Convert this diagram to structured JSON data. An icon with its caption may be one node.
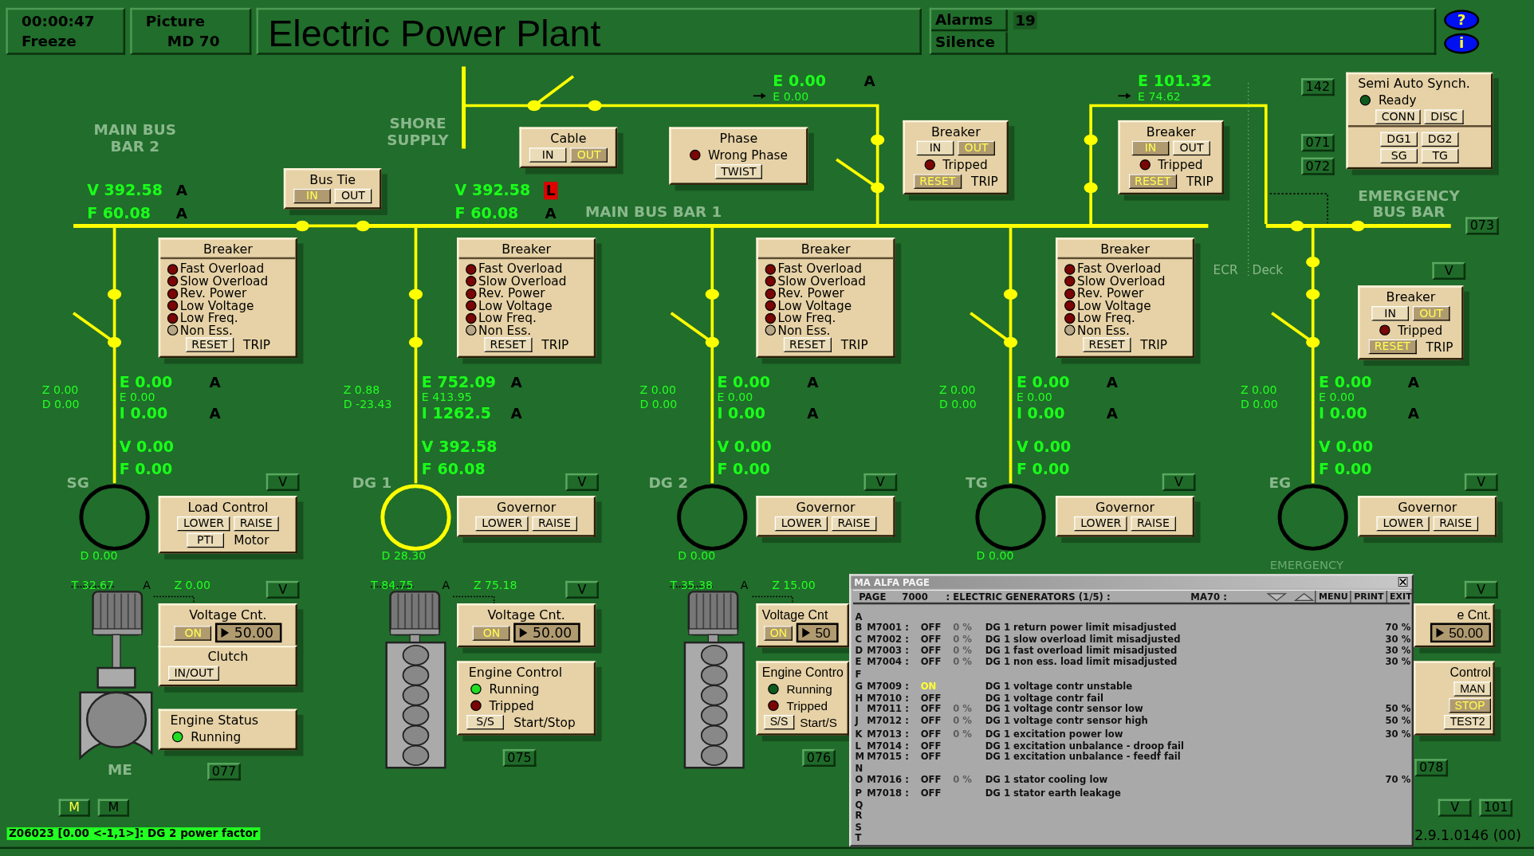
{
  "diagram": {
    "title": "Electric Power Plant",
    "nodes": [
      {
        "text": [
          "00:00:47",
          "Freeze"
        ]
      },
      {
        "text": [
          "Picture",
          "MD 70"
        ]
      },
      {
        "text": [
          "Alarms",
          "19",
          "Silence"
        ]
      },
      {
        "text": [
          "?"
        ]
      },
      {
        "text": [
          "i"
        ]
      },
      {
        "text": [],
        "shape": "bar",
        "beside": [
          "SHORE SUPPLY"
        ]
      },
      {
        "text": [
          "Cable",
          "IN",
          "OUT"
        ]
      },
      {
        "text": [
          "Phase",
          "Wrong Phase",
          "TWIST"
        ]
      },
      {
        "text": [
          "Breaker",
          "IN",
          "OUT",
          "Tripped",
          "RESET",
          "TRIP"
        ]
      },
      {
        "text": [
          "Breaker",
          "IN",
          "OUT",
          "Tripped",
          "RESET",
          "TRIP"
        ]
      },
      {
        "text": [
          "Semi Auto Synch.",
          "Ready",
          "CONN",
          "DISC",
          "DG1",
          "DG2",
          "SG",
          "TG"
        ]
      },
      {
        "text": [
          "142"
        ]
      },
      {
        "text": [
          "071"
        ]
      },
      {
        "text": [
          "072"
        ]
      },
      {
        "text": [
          "Bus Tie",
          "IN",
          "OUT"
        ]
      },
      {
        "text": [],
        "shape": "bar"
      },
      {
        "text": [],
        "shape": "bar",
        "beside": [
          "MAIN BUS BAR 1"
        ]
      },
      {
        "text": [],
        "shape": "bar",
        "beside": [
          "EMERGENCY BUS BAR"
        ]
      },
      {
        "text": [
          "073"
        ]
      },
      {
        "text": [
          "Breaker",
          "Fast Overload",
          "Slow Overload",
          "Rev. Power",
          "Low Voltage",
          "Low Freq.",
          "Non Ess.",
          "RESET",
          "TRIP"
        ]
      },
      {
        "text": [
          "Breaker",
          "Fast Overload",
          "Slow Overload",
          "Rev. Power",
          "Low Voltage",
          "Low Freq.",
          "Non Ess.",
          "RESET",
          "TRIP"
        ]
      },
      {
        "text": [
          "Breaker",
          "Fast Overload",
          "Slow Overload",
          "Rev. Power",
          "Low Voltage",
          "Low Freq.",
          "Non Ess.",
          "RESET",
          "TRIP"
        ]
      },
      {
        "text": [
          "Breaker",
          "Fast Overload",
          "Slow Overload",
          "Rev. Power",
          "Low Voltage",
          "Low Freq.",
          "Non Ess.",
          "RESET",
          "TRIP"
        ]
      },
      {
        "text": [
          "Breaker",
          "IN",
          "OUT",
          "Tripped",
          "RESET",
          "TRIP"
        ]
      },
      {
        "text": [
          "V"
        ]
      },
      {
        "text": [
          "V"
        ]
      },
      {
        "text": [
          "V"
        ]
      },
      {
        "text": [
          "V"
        ]
      },
      {
        "text": [
          "V"
        ]
      },
      {
        "text": [
          "V"
        ]
      },
      {
        "text": [],
        "shape": "circle",
        "beside": [
          "SG",
          "D 0.00"
        ]
      },
      {
        "text": [],
        "shape": "circle",
        "beside": [
          "DG 1",
          "D 28.30"
        ]
      },
      {
        "text": [],
        "shape": "circle",
        "beside": [
          "DG 2",
          "D 0.00"
        ]
      },
      {
        "text": [],
        "shape": "circle",
        "beside": [
          "TG",
          "D 0.00"
        ]
      },
      {
        "text": [],
        "shape": "circle",
        "beside": [
          "EG"
        ]
      },
      {
        "text": [
          "Load Control",
          "LOWER",
          "RAISE",
          "PTI",
          "Motor"
        ]
      },
      {
        "text": [
          "Governor",
          "LOWER",
          "RAISE"
        ]
      },
      {
        "text": [
          "Governor",
          "LOWER",
          "RAISE"
        ]
      },
      {
        "text": [
          "Governor",
          "LOWER",
          "RAISE"
        ]
      },
      {
        "text": [
          "Governor",
          "LOWER",
          "RAISE"
        ]
      },
      {
        "text": [
          "V"
        ]
      },
      {
        "text": [
          "V"
        ]
      },
      {
        "text": [
          "V"
        ]
      },
      {
        "text": [
          "Voltage Cnt.",
          "ON",
          "50.00"
        ]
      },
      {
        "text": [
          "Voltage Cnt.",
          "ON",
          "50.00"
        ]
      },
      {
        "text": [
          "Voltage Cnt",
          "ON",
          "50"
        ]
      },
      {
        "text": [
          "e Cnt.",
          "50.00"
        ]
      },
      {
        "text": [
          "Clutch",
          "IN/OUT"
        ]
      },
      {
        "text": [
          "Engine Control",
          "Running",
          "Tripped",
          "S/S",
          "Start/Stop"
        ]
      },
      {
        "text": [
          "Engine Contro",
          "Running",
          "Tripped",
          "S/S",
          "Start/S"
        ]
      },
      {
        "text": [
          "Control",
          "MAN",
          "STOP",
          "TEST2"
        ]
      },
      {
        "text": [
          "Engine Status",
          "Running"
        ]
      },
      {
        "text": [
          "077"
        ]
      },
      {
        "text": [
          "075"
        ]
      },
      {
        "text": [
          "076"
        ]
      },
      {
        "text": [
          "078"
        ]
      },
      {
        "text": [
          "M"
        ]
      },
      {
        "text": [
          "M"
        ]
      },
      {
        "text": [
          "V"
        ]
      },
      {
        "text": [
          "101"
        ]
      },
      {
        "text": [
          "MA ALFA PAGE",
          "PAGE",
          "7000",
          ": ELECTRIC GENERATORS (1/5) :",
          "MA70 :",
          "MENU",
          "PRINT",
          "EXIT",
          "A",
          "B",
          "M7001 :",
          "OFF",
          "0 %",
          "DG 1 return power limit misadjusted",
          "70 %",
          "C",
          "M7002 :",
          "OFF",
          "0 %",
          "DG 1 slow overload limit misadjusted",
          "30 %",
          "D",
          "M7003 :",
          "OFF",
          "0 %",
          "DG 1 fast overload limit misadjusted",
          "30 %",
          "E",
          "M7004 :",
          "OFF",
          "0 %",
          "DG 1 non ess. load limit misadjusted",
          "30 %",
          "F",
          "G",
          "M7009 :",
          "ON",
          "DG 1 voltage contr unstable",
          "H",
          "M7010 :",
          "OFF",
          "DG 1 voltage contr fail",
          "I",
          "M7011 :",
          "OFF",
          "0 %",
          "DG 1 voltage contr sensor low",
          "50 %",
          "J",
          "M7012 :",
          "OFF",
          "0 %",
          "DG 1 voltage contr sensor high",
          "50 %",
          "K",
          "M7013 :",
          "OFF",
          "0 %",
          "DG 1 excitation power low",
          "30 %",
          "L",
          "M7014 :",
          "OFF",
          "DG 1 excitation unbalance - droop fail",
          "M",
          "M7015 :",
          "OFF",
          "DG 1 excitation unbalance - feedf fail",
          "N",
          "O",
          "M7016 :",
          "OFF",
          "0 %",
          "DG 1 stator cooling low",
          "70 %",
          "P",
          "M7018 :",
          "OFF",
          "DG 1 stator earth leakage",
          "Q",
          "R",
          "S",
          "T"
        ]
      }
    ],
    "edges": [
      {
        "from": 5,
        "to": 16,
        "arrow": "none"
      },
      {
        "from": 15,
        "to": 16,
        "arrow": "other"
      },
      {
        "from": 16,
        "to": 17,
        "arrow": "none"
      },
      {
        "from": 30,
        "to": 15,
        "arrow": "none"
      },
      {
        "from": 31,
        "to": 16,
        "arrow": "none"
      },
      {
        "from": 32,
        "to": 16,
        "arrow": "none"
      },
      {
        "from": 33,
        "to": 16,
        "arrow": "none"
      },
      {
        "from": 34,
        "to": 17,
        "arrow": "none"
      }
    ],
    "labels": [
      "E 0.00",
      "A",
      "E 0.00",
      "E 101.32",
      "E 74.62",
      "MAIN BUS BAR 2",
      "V 392.58",
      "A",
      "V 392.58",
      "L",
      "F 60.08",
      "A",
      "F 60.08",
      "A",
      "ECR",
      "Deck",
      "Z 0.00",
      "D 0.00",
      "E 0.00",
      "A",
      "E 0.00",
      "I 0.00",
      "A",
      "V 0.00",
      "F 0.00",
      "Z 0.88",
      "D -23.43",
      "E 752.09",
      "A",
      "E 413.95",
      "I 1262.5",
      "A",
      "V 392.58",
      "F 60.08",
      "Z 0.00",
      "D 0.00",
      "E 0.00",
      "A",
      "E 0.00",
      "I 0.00",
      "A",
      "V 0.00",
      "F 0.00",
      "Z 0.00",
      "D 0.00",
      "E 0.00",
      "A",
      "E 0.00",
      "I 0.00",
      "A",
      "V 0.00",
      "F 0.00",
      "Z 0.00",
      "D 0.00",
      "E 0.00",
      "A",
      "E 0.00",
      "I 0.00",
      "A",
      "V 0.00",
      "F 0.00",
      "T 32.67",
      "A",
      "Z 0.00",
      "T 84.75",
      "A",
      "Z 75.18",
      "T 35.38",
      "A",
      "Z 15.00",
      "ME",
      "EMERGENCY",
      "Z06023 [0.00 <-1,1>]: DG 2 power factor",
      "2.9.1.0146 (00)"
    ]
  }
}
